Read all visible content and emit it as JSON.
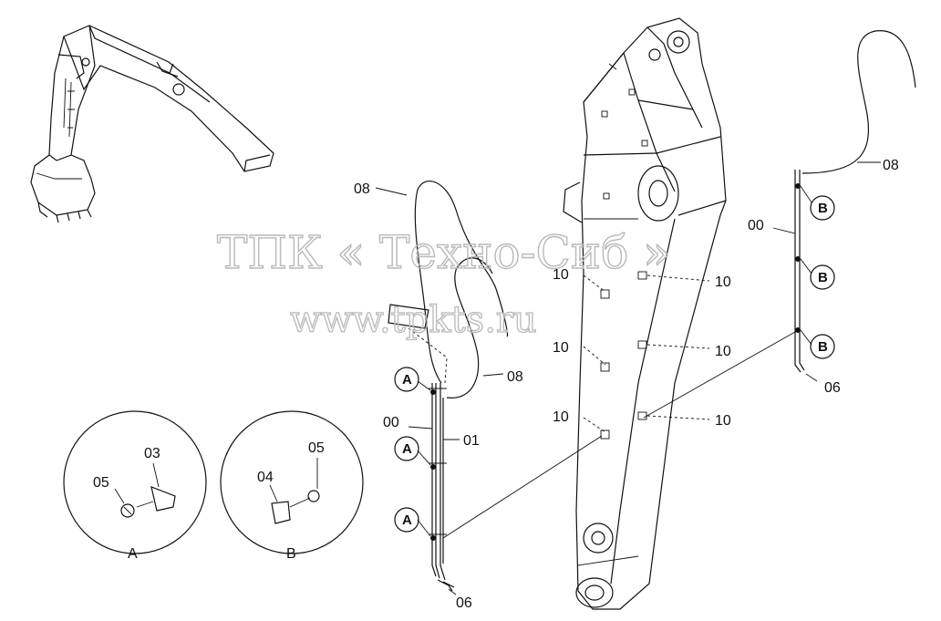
{
  "watermark": {
    "line1": "ТПК « Техно-Сиб »",
    "line2": "www.tpkts.ru"
  },
  "callouts": {
    "p08_left": "08",
    "p08_mid": "08",
    "p08_right": "08",
    "p00_left": "00",
    "p00_right": "00",
    "p01": "01",
    "p06_left": "06",
    "p06_right": "06",
    "p10_l1": "10",
    "p10_l2": "10",
    "p10_l3": "10",
    "p10_r1": "10",
    "p10_r2": "10",
    "p10_r3": "10",
    "detA_03": "03",
    "detA_05": "05",
    "detB_04": "04",
    "detB_05": "05"
  },
  "view_refs": {
    "a1": "A",
    "a2": "A",
    "a3": "A",
    "b1": "B",
    "b2": "B",
    "b3": "B"
  },
  "detail_captions": {
    "a": "A",
    "b": "B"
  }
}
